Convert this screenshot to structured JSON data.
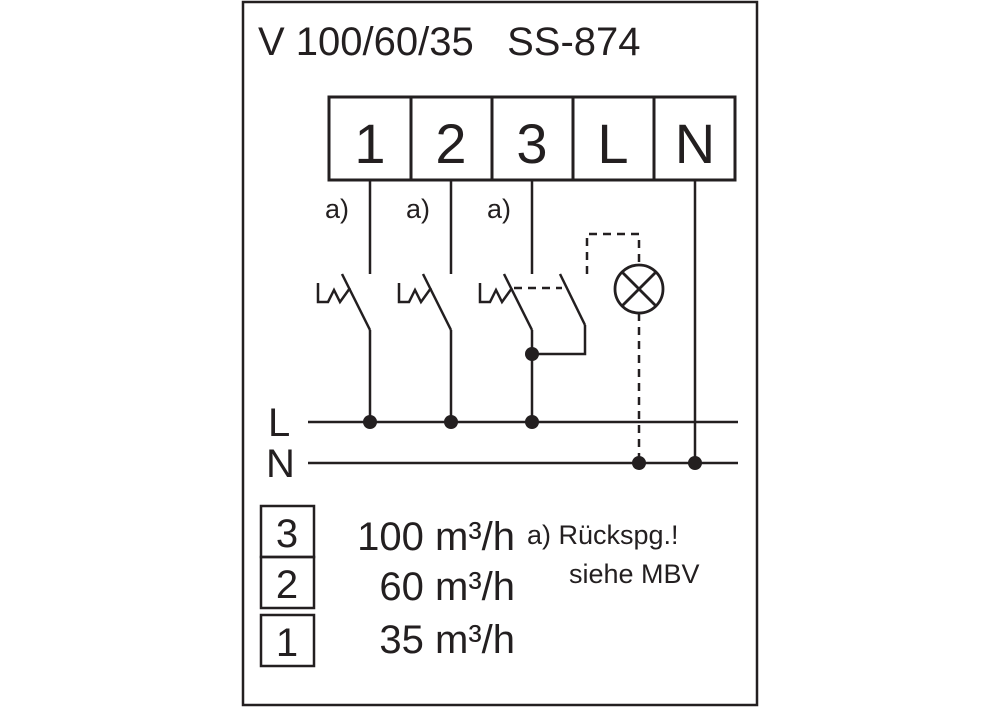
{
  "title": "V 100/60/35   SS-874",
  "terminals": [
    "1",
    "2",
    "3",
    "L",
    "N"
  ],
  "switch_notes": [
    "a)",
    "a)",
    "a)"
  ],
  "bus_labels": {
    "live": "L",
    "neutral": "N"
  },
  "speeds": [
    {
      "step": "3",
      "flow": "100 m³/h"
    },
    {
      "step": "2",
      "flow": "60 m³/h"
    },
    {
      "step": "1",
      "flow": "35 m³/h"
    }
  ],
  "note": {
    "line1": "a) Rückspg.!",
    "line2": "siehe MBV"
  },
  "colors": {
    "ink": "#231f20",
    "background": "#ffffff"
  }
}
